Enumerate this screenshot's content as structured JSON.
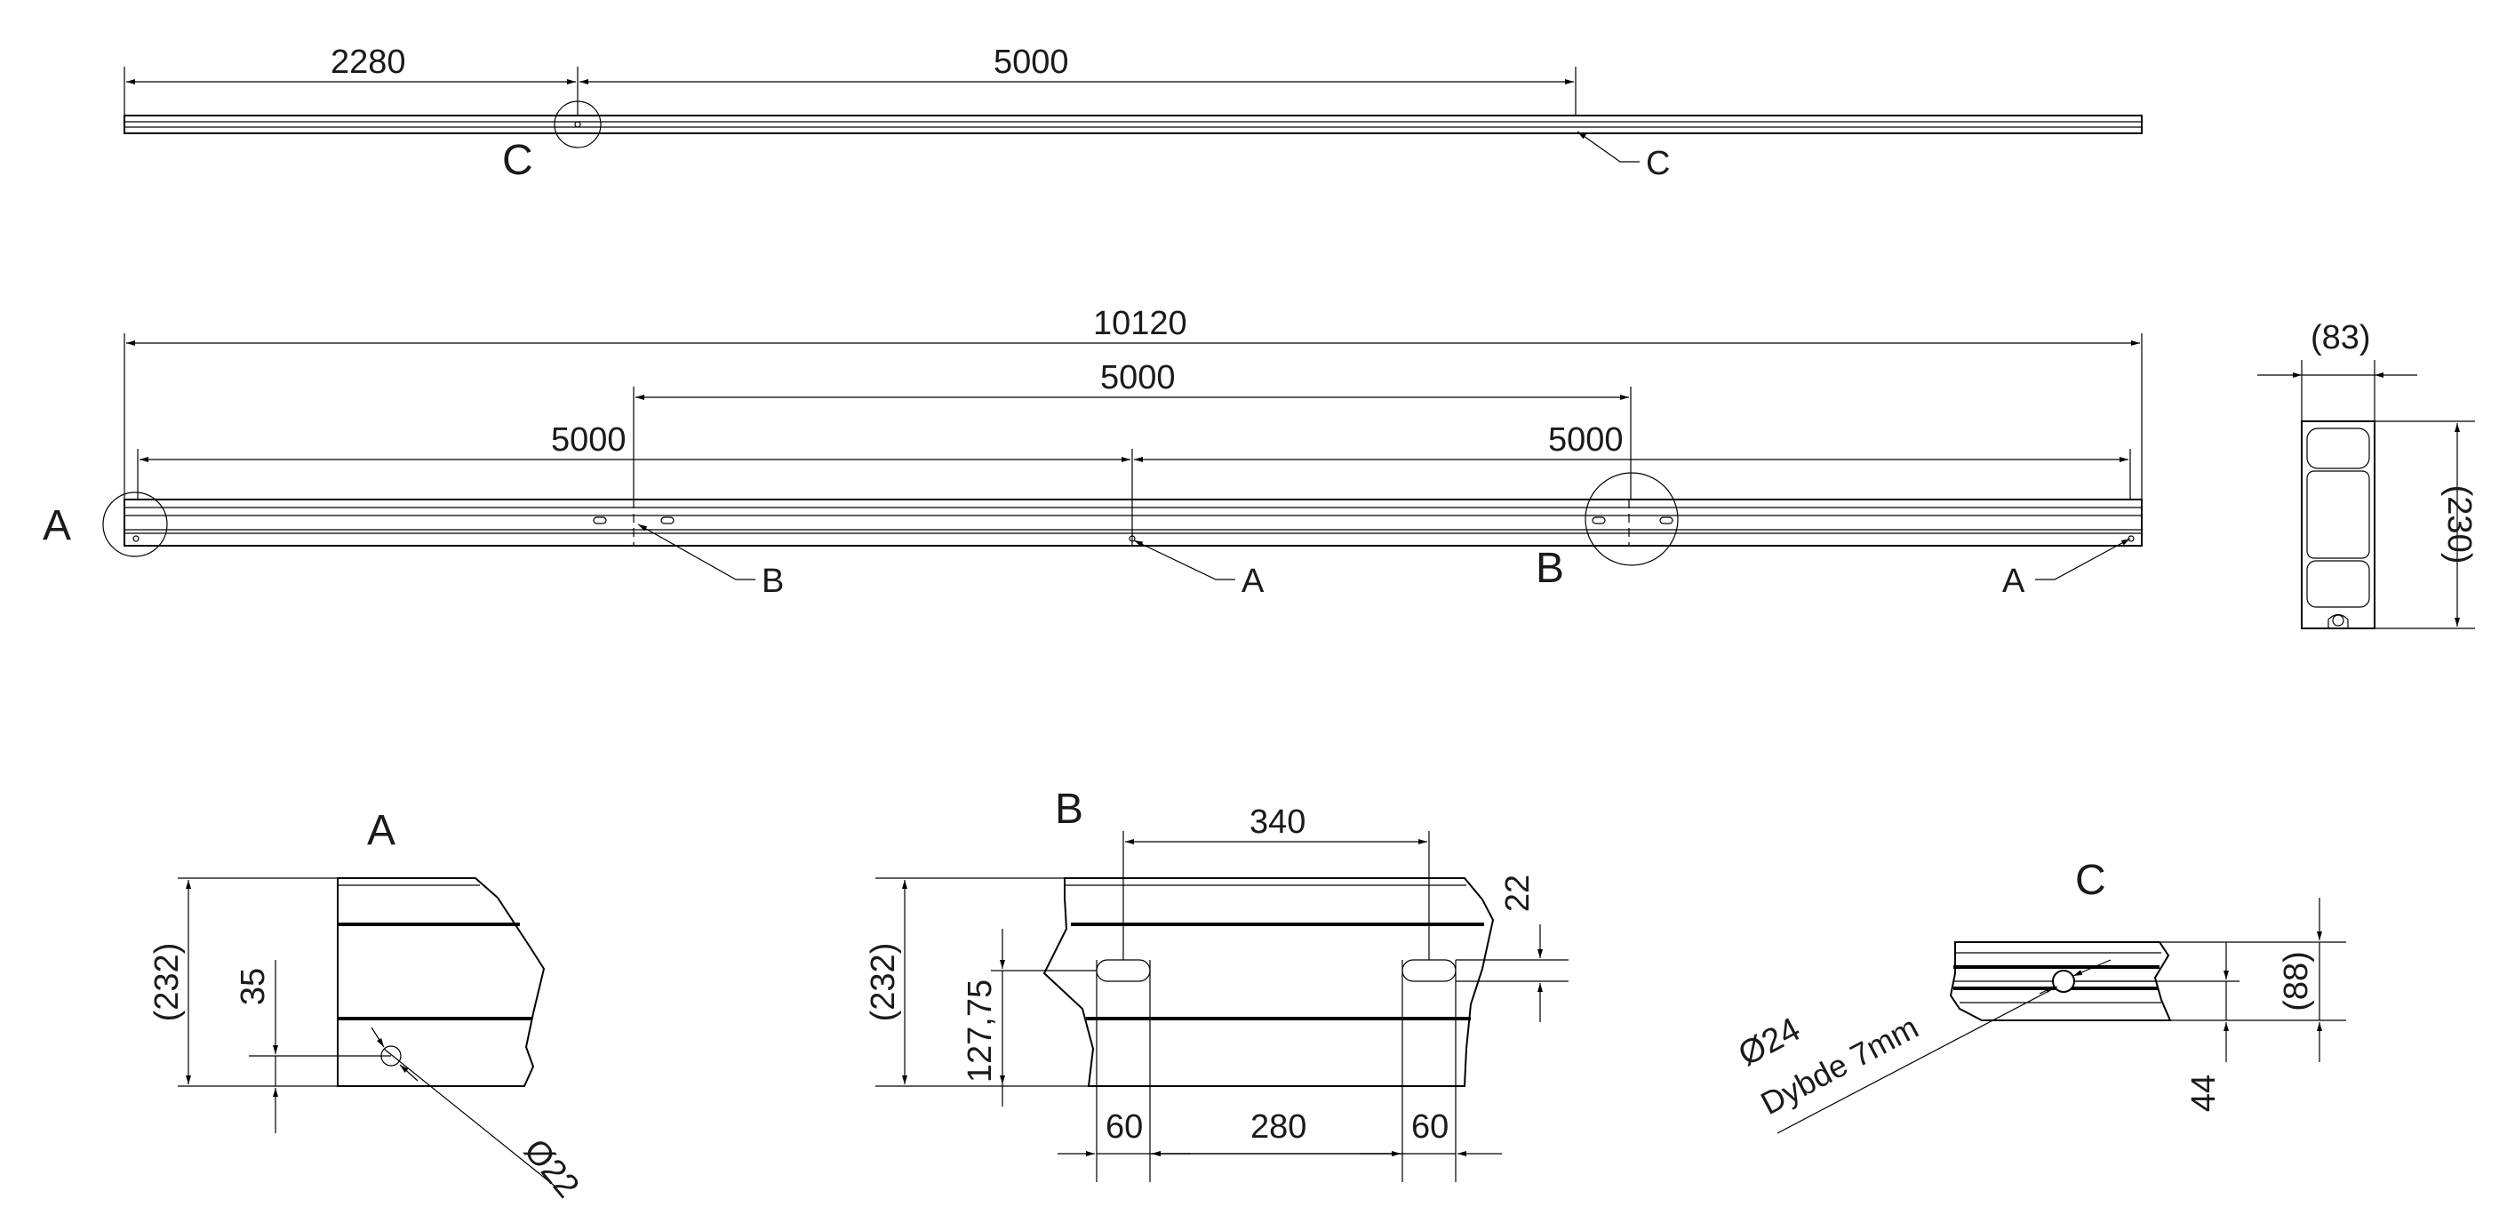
{
  "top_view": {
    "dim_left": "2280",
    "dim_right": "5000",
    "label_circle": "C",
    "label_leader": "C"
  },
  "side_view": {
    "dim_overall": "10120",
    "dim_upper_mid": "5000",
    "dim_left": "5000",
    "dim_right": "5000",
    "label_circle_a": "A",
    "label_circle_b": "B",
    "leader_b": "B",
    "leader_a_mid": "A",
    "leader_a_right": "A"
  },
  "end_view": {
    "dim_width": "(83)",
    "dim_height": "(230)"
  },
  "detail_a": {
    "title": "A",
    "dim_height": "(232)",
    "dim_hole_height": "35",
    "dim_hole_dia": "Ø22"
  },
  "detail_b": {
    "title": "B",
    "dim_top": "340",
    "dim_height": "(232)",
    "dim_slot_height": "127,75",
    "dim_slot_width": "22",
    "dim_bottom_left": "60",
    "dim_bottom_mid": "280",
    "dim_bottom_right": "60"
  },
  "detail_c": {
    "title": "C",
    "dim_hole_dia": "Ø24",
    "dim_depth": "Dybde 7mm",
    "dim_height": "(88)",
    "dim_hole_height": "44"
  }
}
